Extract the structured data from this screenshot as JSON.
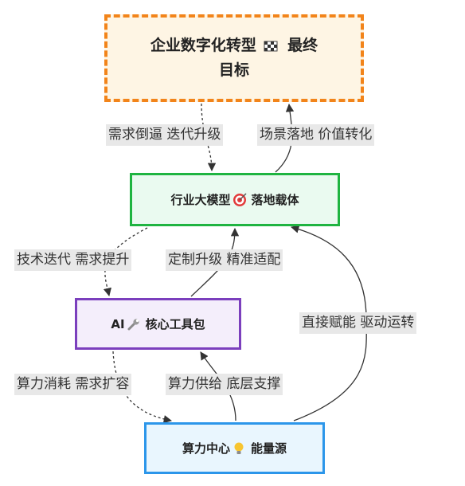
{
  "nodes": {
    "goal": {
      "label_a": "企业数字化转型",
      "label_b": "最终",
      "label_c": "目标",
      "icon": "checkered-flag-icon"
    },
    "model": {
      "label_a": "行业大模型",
      "label_b": "落地载体",
      "icon": "target-icon"
    },
    "ai": {
      "label_a": "AI",
      "label_b": "核心工具包",
      "icon": "wrench-icon"
    },
    "power": {
      "label_a": "算力中心",
      "label_b": "能量源",
      "icon": "lightbulb-icon"
    }
  },
  "edges": {
    "goal_to_model": "需求倒逼 迭代升级",
    "model_to_goal": "场景落地 价值转化",
    "model_to_ai": "技术迭代 需求提升",
    "ai_to_model": "定制升级 精准适配",
    "power_to_model": "直接赋能 驱动运转",
    "ai_to_power": "算力消耗 需求扩容",
    "power_to_ai": "算力供给 底层支撑"
  },
  "colors": {
    "goal_border": "#f2841a",
    "goal_fill": "#fef5e4",
    "model_border": "#1fb441",
    "model_fill": "#eafaf0",
    "ai_border": "#7b3fbd",
    "ai_fill": "#f4eefb",
    "power_border": "#2c96ea",
    "power_fill": "#e9f6fe"
  }
}
